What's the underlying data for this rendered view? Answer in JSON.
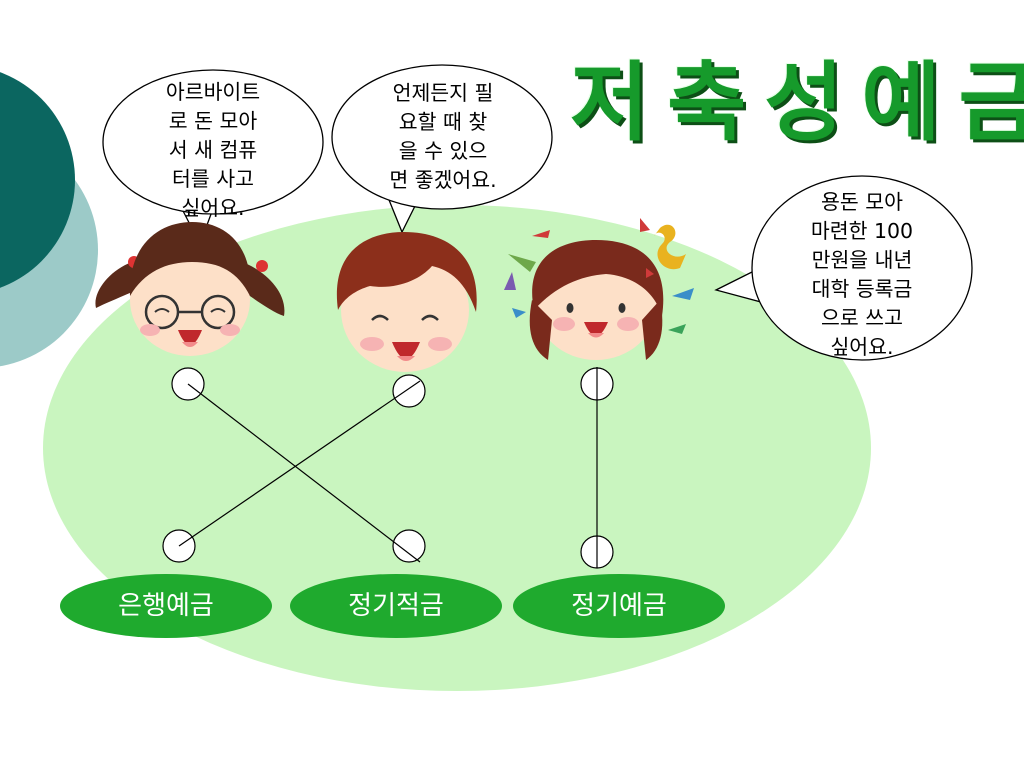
{
  "title": "저축성예금",
  "bubbles": {
    "left": {
      "lines": [
        "아르바이트",
        "로 돈 모아",
        "서 새 컴퓨",
        "터를 사고",
        "싶어요."
      ]
    },
    "middle": {
      "lines": [
        "언제든지 필",
        "요할 때 찾",
        "을 수 있으",
        "면 좋겠어요."
      ]
    },
    "right": {
      "lines": [
        "용돈 모아",
        "마련한 100",
        "만원을 내년",
        "대학 등록금",
        "으로 쓰고",
        "싶어요."
      ]
    }
  },
  "options": [
    {
      "label": "은행예금"
    },
    {
      "label": "정기적금"
    },
    {
      "label": "정기예금"
    }
  ],
  "colors": {
    "title_green": "#169a2b",
    "pill_green": "#1faa2e",
    "background_ellipse": "#c9f5bf",
    "teal_dark": "#0b6660",
    "teal_light": "#9ccac8"
  }
}
